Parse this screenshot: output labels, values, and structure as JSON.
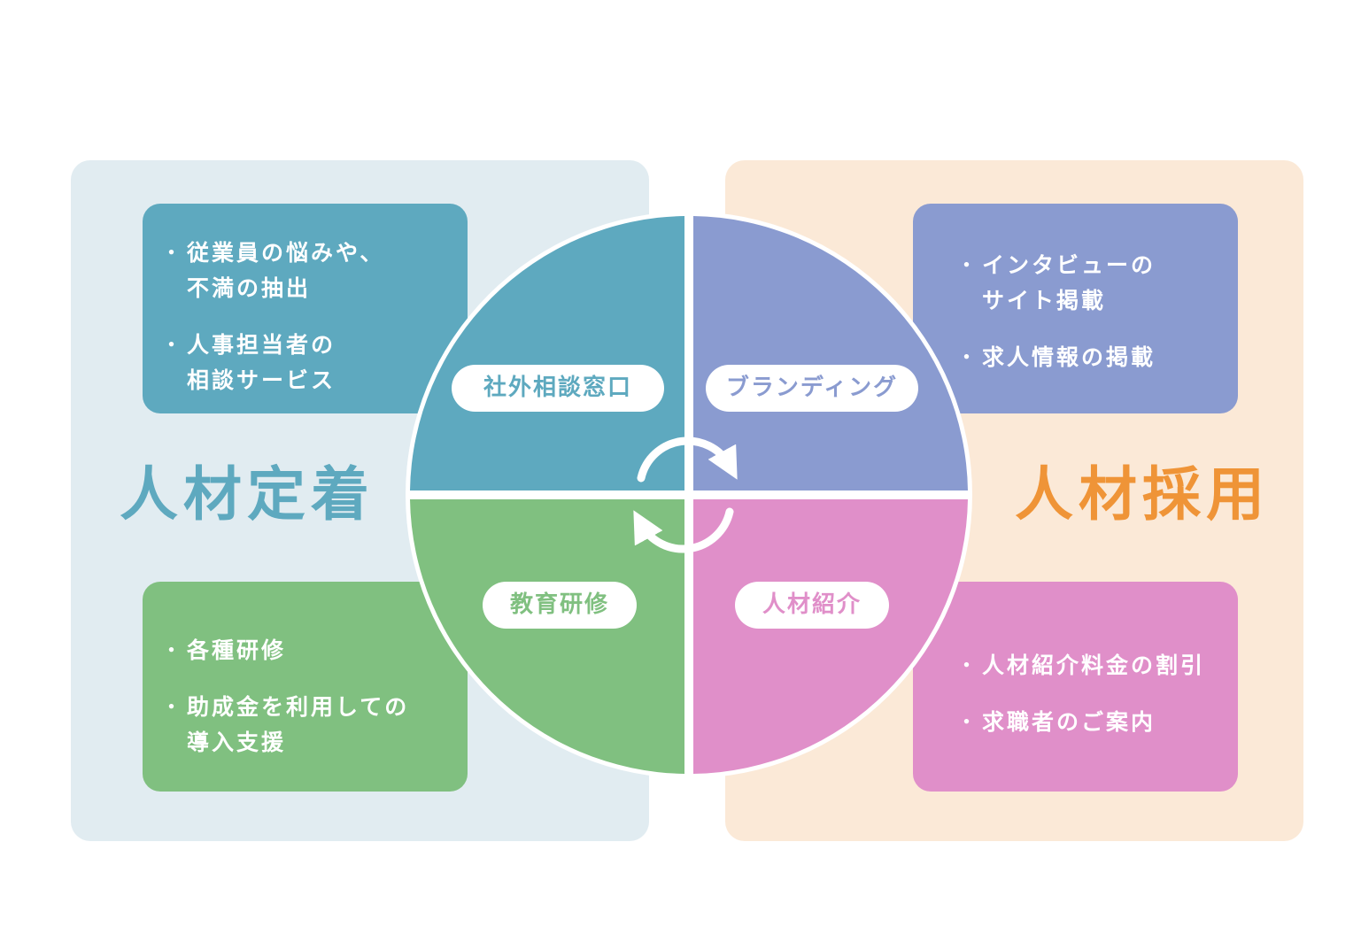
{
  "colors": {
    "left_panel_bg": "#e1ecf1",
    "right_panel_bg": "#fbe9d7",
    "teal": "#5ea9bf",
    "purple": "#8a9bd0",
    "green": "#80c080",
    "pink": "#e08fc9",
    "left_title": "#5ea9bf",
    "right_title": "#ef9437"
  },
  "left": {
    "title": "人材定着",
    "top_card": {
      "items": [
        "従業員の悩みや、\n不満の抽出",
        "人事担当者の\n相談サービス"
      ]
    },
    "bottom_card": {
      "items": [
        "各種研修",
        "助成金を利用しての\n導入支援"
      ]
    }
  },
  "right": {
    "title": "人材採用",
    "top_card": {
      "items": [
        "インタビューの\nサイト掲載",
        "求人情報の掲載"
      ]
    },
    "bottom_card": {
      "items": [
        "人材紹介料金の割引",
        "求職者のご案内"
      ]
    }
  },
  "wheel": {
    "q1_label": "社外相談窓口",
    "q2_label": "ブランディング",
    "q3_label": "教育研修",
    "q4_label": "人材紹介"
  }
}
